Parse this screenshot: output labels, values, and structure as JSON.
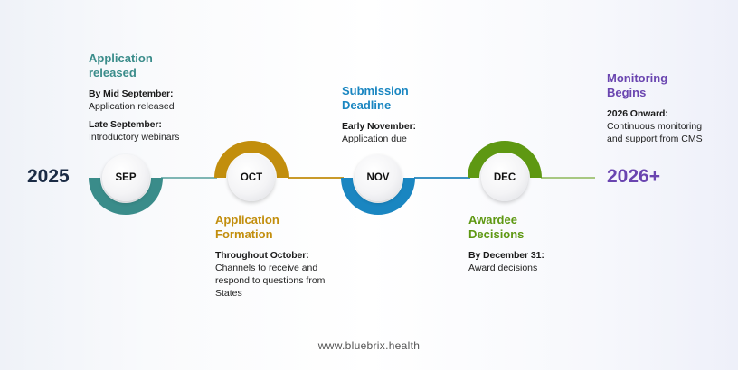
{
  "start_year": "2025",
  "end_year": "2026+",
  "colors": {
    "sep": "#3a8c8a",
    "oct": "#c28e0d",
    "nov": "#1a86c1",
    "dec": "#5e9812",
    "end": "#6a45b0",
    "start": "#1b2b45"
  },
  "milestones": [
    {
      "month": "SEP",
      "title": "Application released",
      "items": [
        {
          "label": "By Mid September:",
          "text": "Application released"
        },
        {
          "label": "Late September:",
          "text": "Introductory webinars"
        }
      ]
    },
    {
      "month": "OCT",
      "title": "Application Formation",
      "items": [
        {
          "label": "Throughout October:",
          "text": "Channels to receive and respond to questions from States"
        }
      ]
    },
    {
      "month": "NOV",
      "title": "Submission Deadline",
      "items": [
        {
          "label": "Early November:",
          "text": "Application due"
        }
      ]
    },
    {
      "month": "DEC",
      "title": "Awardee Decisions",
      "items": [
        {
          "label": "By December 31:",
          "text": "Award decisions"
        }
      ]
    }
  ],
  "final": {
    "title": "Monitoring Begins",
    "items": [
      {
        "label": "2026 Onward:",
        "text": "Continuous monitoring and support from CMS"
      }
    ]
  },
  "footer": "www.bluebrix.health"
}
